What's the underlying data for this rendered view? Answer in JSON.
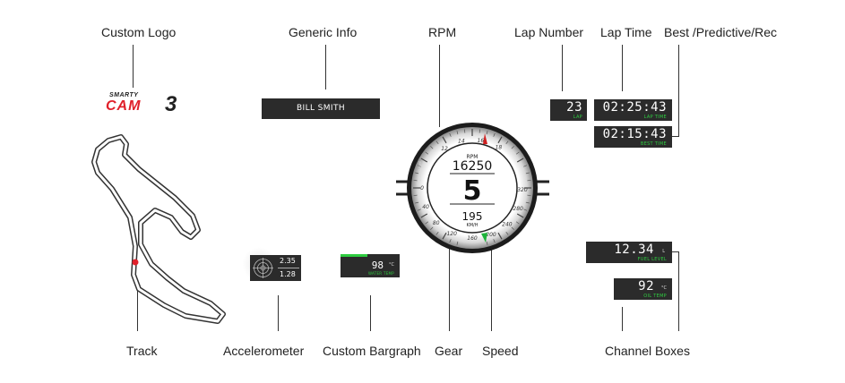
{
  "labels": {
    "custom_logo": "Custom Logo",
    "generic_info": "Generic Info",
    "rpm": "RPM",
    "lap_number": "Lap Number",
    "lap_time": "Lap Time",
    "best": "Best /Predictive/Rec",
    "track": "Track",
    "accelerometer": "Accelerometer",
    "custom_bargraph": "Custom Bargraph",
    "gear": "Gear",
    "speed": "Speed",
    "channel_boxes": "Channel Boxes"
  },
  "logo": {
    "top": "SMARTY",
    "main": "CAM",
    "num": "3"
  },
  "generic_info": {
    "value": "BILL SMITH"
  },
  "lap_number": {
    "value": "23",
    "caption": "LAP"
  },
  "lap_time": {
    "value": "02:25:43",
    "caption": "LAP TIME"
  },
  "best_time": {
    "value": "02:15:43",
    "caption": "BEST TIME"
  },
  "gauge": {
    "rpm_caption": "RPM",
    "rpm_value": "16250",
    "gear": "5",
    "speed_value": "195",
    "speed_unit": "KM/H",
    "rpm_ticks": [
      "12",
      "14",
      "16",
      "18"
    ],
    "speed_ticks": [
      "0",
      "40",
      "80",
      "120",
      "160",
      "200",
      "240",
      "280",
      "320"
    ],
    "side_label": "1/1000 rpm",
    "colors": {
      "rpm_needle": "#d02020",
      "speed_needle": "#1db33a"
    }
  },
  "accelerometer": {
    "lateral": "2.35",
    "longitudinal": "1.28"
  },
  "bargraph": {
    "value": "98",
    "unit": "°C",
    "caption": "WATER TEMP",
    "fill": 0.45
  },
  "fuel": {
    "value": "12.34",
    "unit": "L",
    "caption": "FUEL LEVEL"
  },
  "oil": {
    "value": "92",
    "unit": "°C",
    "caption": "OIL TEMP"
  },
  "colors": {
    "accent_green": "#2ecc40",
    "logo_red": "#e0202a",
    "box_bg": "#2b2b2b"
  }
}
